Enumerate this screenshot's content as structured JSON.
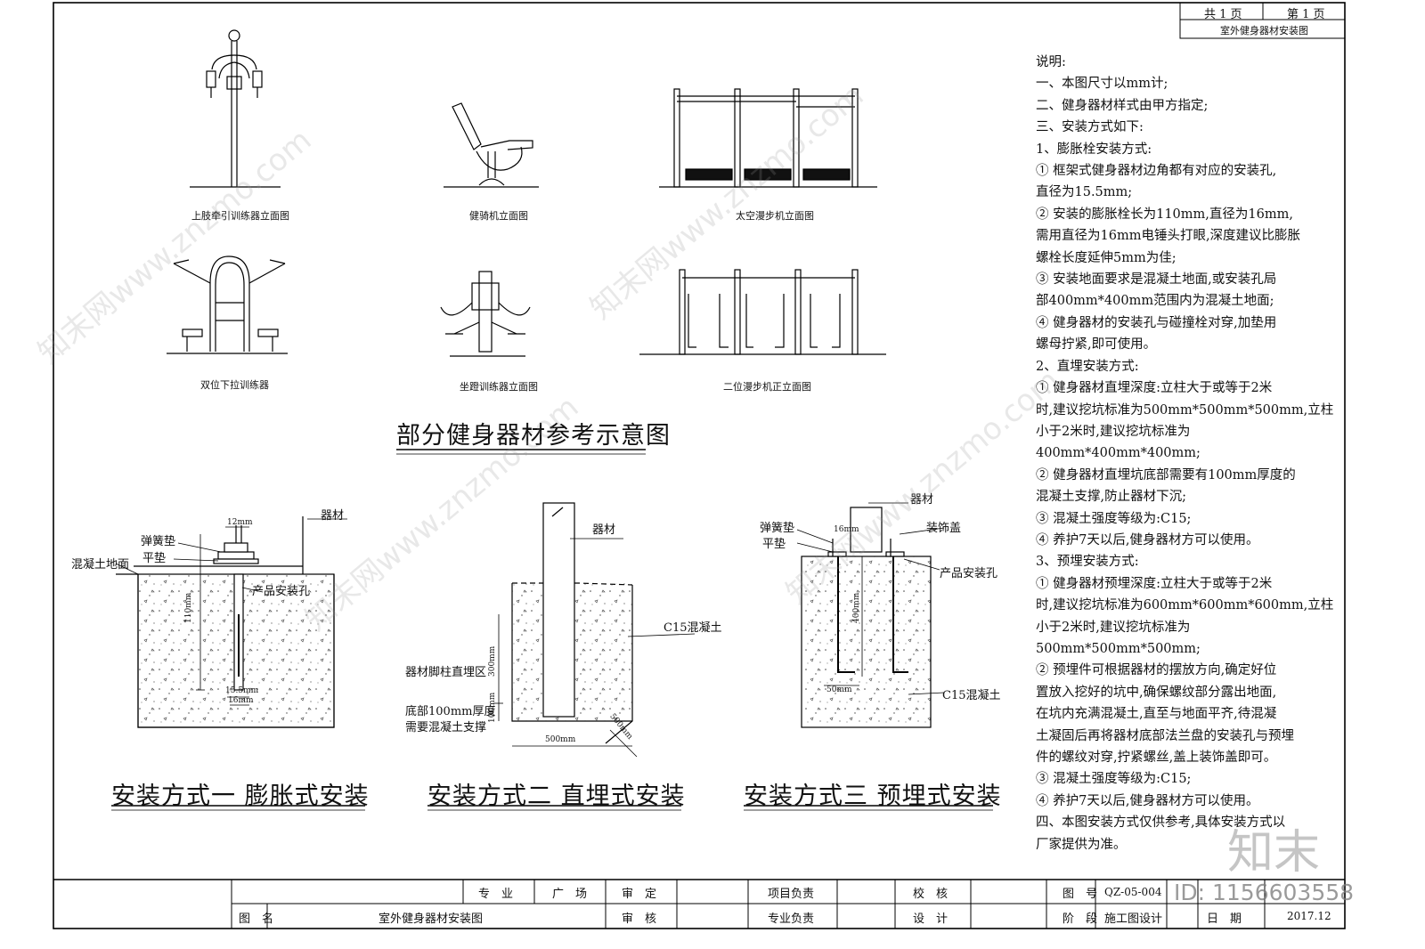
{
  "sheet_header": {
    "total_pages": "共 1 页",
    "page_no": "第 1 页",
    "drawing_name": "室外健身器材安装图"
  },
  "equipment": {
    "title": "部分健身器材参考示意图",
    "items": [
      {
        "label": "上肢牵引训练器立面图"
      },
      {
        "label": "健骑机立面图"
      },
      {
        "label": "太空漫步机立面图"
      },
      {
        "label": "双位下拉训练器"
      },
      {
        "label": "坐蹬训练器立面图"
      },
      {
        "label": "二位漫步机正立面图"
      }
    ]
  },
  "method1": {
    "title": "安装方式一   膨胀式安装",
    "labels": {
      "equipment": "器材",
      "spring_washer": "弹簧垫",
      "flat_washer": "平垫",
      "ground": "混凝土地面",
      "hole": "产品安装孔",
      "dim_top": "12mm",
      "dim_depth": "110mm",
      "dim_hole": "15.5mm",
      "dim_bolt": "16mm"
    }
  },
  "method2": {
    "title": "安装方式二   直埋式安装",
    "labels": {
      "equipment": "器材",
      "concrete": "C15混凝土",
      "buried_zone": "器材脚柱直埋区",
      "bottom_note_1": "底部100mm厚度",
      "bottom_note_2": "需要混凝土支撑",
      "dim_depth": "300mm",
      "dim_bottom": "100mm",
      "dim_width": "500mm",
      "dim_side": "500mm"
    }
  },
  "method3": {
    "title": "安装方式三   预埋式安装",
    "labels": {
      "equipment": "器材",
      "spring_washer": "弹簧垫",
      "flat_washer": "平垫",
      "cover": "装饰盖",
      "hole": "产品安装孔",
      "concrete": "C15混凝土",
      "dim_top": "16mm",
      "dim_depth": "400mm",
      "dim_bottom": "50mm"
    }
  },
  "notes": [
    "说明:",
    "一、本图尺寸以mm计;",
    "二、健身器材样式由甲方指定;",
    "三、安装方式如下:",
    "   1、膨胀栓安装方式:",
    "   ① 框架式健身器材边角都有对应的安装孔,",
    "直径为15.5mm;",
    "   ② 安装的膨胀栓长为110mm,直径为16mm,",
    "需用直径为16mm电锤头打眼,深度建议比膨胀",
    "螺栓长度延伸5mm为佳;",
    "   ③ 安装地面要求是混凝土地面,或安装孔局",
    "部400mm*400mm范围内为混凝土地面;",
    "   ④ 健身器材的安装孔与碰撞栓对穿,加垫用",
    "螺母拧紧,即可使用。",
    "   2、直埋安装方式:",
    "   ① 健身器材直埋深度:立柱大于或等于2米",
    "时,建议挖坑标准为500mm*500mm*500mm,立柱",
    "小于2米时,建议挖坑标准为",
    "400mm*400mm*400mm;",
    "   ② 健身器材直埋坑底部需要有100mm厚度的",
    "混凝土支撑,防止器材下沉;",
    "   ③ 混凝土强度等级为:C15;",
    "   ④ 养护7天以后,健身器材方可以使用。",
    "   3、预埋安装方式:",
    "   ① 健身器材预埋深度:立柱大于或等于2米",
    "时,建议挖坑标准为600mm*600mm*600mm,立柱",
    "小于2米时,建议挖坑标准为",
    "500mm*500mm*500mm;",
    "   ② 预埋件可根据器材的摆放方向,确定好位",
    "置放入挖好的坑中,确保螺纹部分露出地面,",
    "在坑内充满混凝土,直至与地面平齐,待混凝",
    "土凝固后再将器材底部法兰盘的安装孔与预埋",
    "件的螺纹对穿,拧紧螺丝,盖上装饰盖即可。",
    "   ③ 混凝土强度等级为:C15;",
    "   ④ 养护7天以后,健身器材方可以使用。",
    "四、本图安装方式仅供参考,具体安装方式以",
    "厂家提供为准。"
  ],
  "title_block": {
    "discipline_label": "专　业",
    "discipline_value": "广　场",
    "approve_label": "审　定",
    "project_lead_label": "项目负责",
    "check_label": "校　核",
    "drawing_no_label": "图　号",
    "drawing_no_value": "QZ-05-004",
    "drawing_name_label": "图　名",
    "drawing_name_value": "室外健身器材安装图",
    "review_label": "审　核",
    "discipline_lead_label": "专业负责",
    "design_label": "设　计",
    "stage_label": "阶　段",
    "stage_value": "施工图设计",
    "date_label": "日　期",
    "date_value": "2017.12"
  },
  "watermark": {
    "text": "知末网www.znzmo.com",
    "brand": "知末",
    "id_text": "ID: 1156603558"
  }
}
